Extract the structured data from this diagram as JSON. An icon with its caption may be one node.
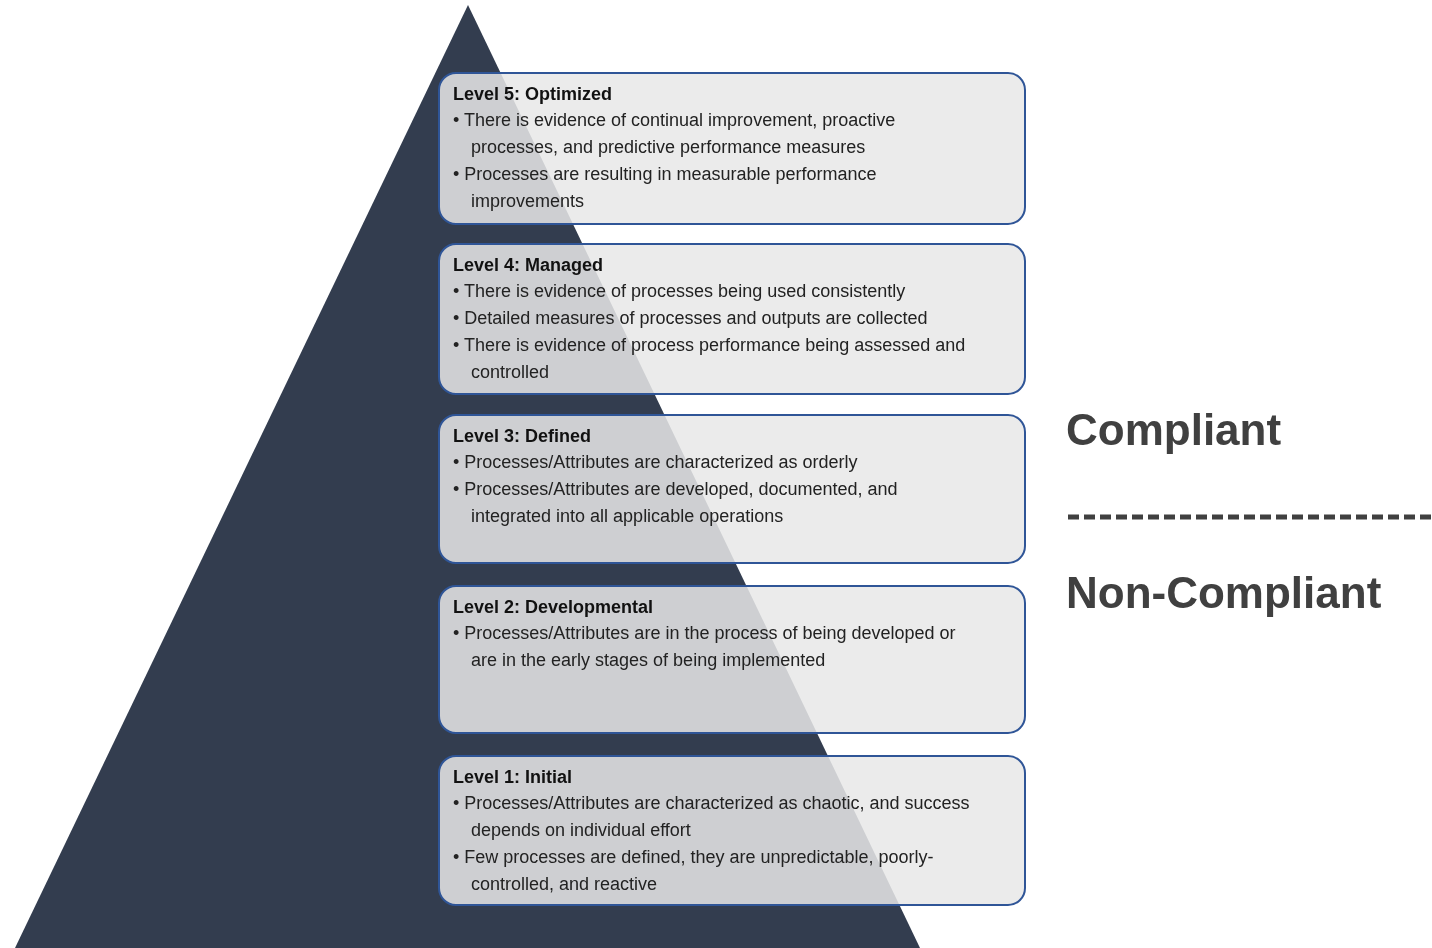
{
  "diagram": {
    "nodes": [
      {
        "text": [
          "Level 5: Optimized",
          "• There is evidence of continual improvement, proactive processes, and predictive performance measures",
          "• Processes are resulting in measurable performance improvements"
        ]
      },
      {
        "text": [
          "Level 4: Managed",
          "• There is evidence of processes being used consistently",
          "• Detailed measures of processes and outputs are collected",
          "• There is evidence of process performance being assessed and controlled"
        ]
      },
      {
        "text": [
          "Level 3: Defined",
          "• Processes/Attributes are characterized as orderly",
          "• Processes/Attributes are developed, documented, and integrated into all applicable operations"
        ]
      },
      {
        "text": [
          "Level 2: Developmental",
          "• Processes/Attributes are in the process of being developed or are in the early stages of being implemented"
        ]
      },
      {
        "text": [
          "Level 1: Initial",
          "• Processes/Attributes are characterized as chaotic, and success depends on individual effort",
          "• Few processes are defined, they are unpredictable, poorly-controlled, and reactive"
        ]
      }
    ],
    "labels": [
      "Compliant",
      "Non-Compliant"
    ]
  }
}
